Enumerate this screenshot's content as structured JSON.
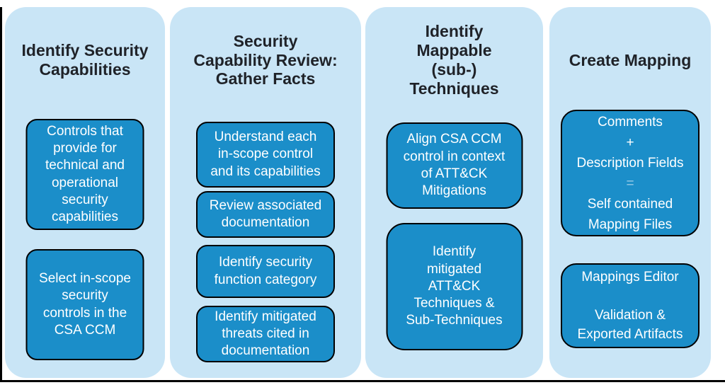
{
  "colors": {
    "page_bg": "#ffffff",
    "column_bg": "#c9e5f6",
    "box_bg": "#1b8ec9",
    "box_border": "#000000",
    "title_text": "#1f2228",
    "box_text": "#ffffff",
    "frame_line": "#000000"
  },
  "columns": [
    {
      "id": "identify-security-capabilities",
      "title_lines": [
        "Identify Security",
        "Capabilities"
      ],
      "boxes": [
        {
          "lines": [
            "Controls that",
            "provide for",
            "technical and",
            "operational",
            "security",
            "capabilities"
          ]
        },
        {
          "lines": [
            "Select in-scope",
            "security",
            "controls in the",
            "CSA CCM"
          ]
        }
      ]
    },
    {
      "id": "security-capability-review-gather-facts",
      "title_lines": [
        "Security",
        "Capability Review:",
        "Gather Facts"
      ],
      "boxes": [
        {
          "lines": [
            "Understand each",
            "in-scope control",
            "and its capabilities"
          ]
        },
        {
          "lines": [
            "Review associated",
            "documentation"
          ]
        },
        {
          "lines": [
            "Identify security",
            "function category"
          ]
        },
        {
          "lines": [
            "Identify mitigated",
            "threats cited in",
            "documentation"
          ]
        }
      ]
    },
    {
      "id": "identify-mappable-sub-techniques",
      "title_lines": [
        "Identify",
        "Mappable",
        "(sub-)",
        "Techniques"
      ],
      "boxes": [
        {
          "lines": [
            "Align CSA CCM",
            "control in context",
            "of ATT&CK",
            "Mitigations"
          ]
        },
        {
          "lines": [
            "Identify",
            "mitigated",
            "ATT&CK",
            "Techniques &",
            "Sub-Techniques"
          ]
        }
      ]
    },
    {
      "id": "create-mapping",
      "title_lines": [
        "Create Mapping"
      ],
      "boxes": [
        {
          "lines": [
            "Comments",
            "+",
            "Description Fields",
            "=",
            "Self contained",
            "Mapping Files"
          ]
        },
        {
          "lines": [
            "Mappings Editor",
            "",
            "Validation &",
            "Exported Artifacts"
          ]
        }
      ]
    }
  ]
}
